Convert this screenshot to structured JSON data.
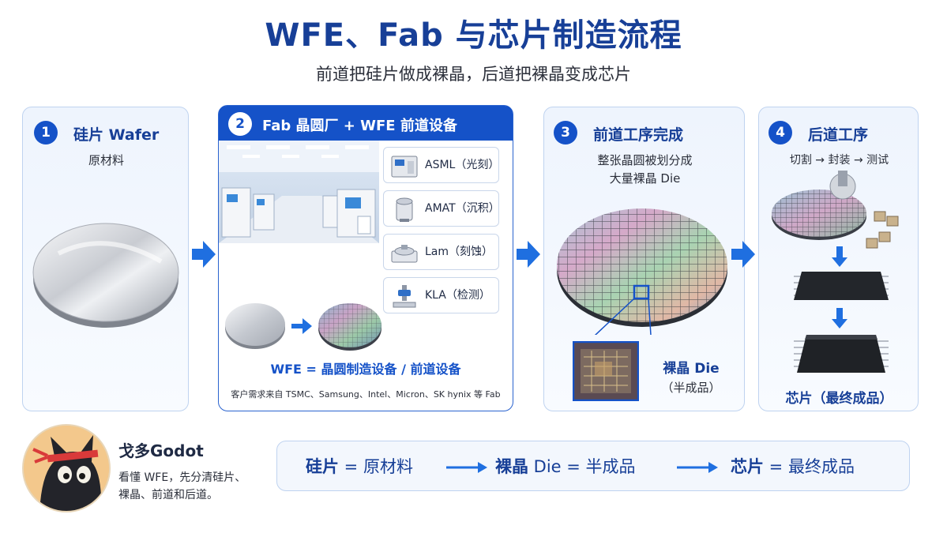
{
  "title": "WFE、Fab 与芯片制造流程",
  "subtitle": "前道把硅片做成裸晶，后道把裸晶变成芯片",
  "steps": [
    {
      "num": "1",
      "title": "硅片 Wafer",
      "desc": "原材料"
    },
    {
      "num": "2",
      "title": "Fab 晶圆厂 + WFE 前道设备",
      "equipment": [
        "ASML（光刻）",
        "AMAT（沉积）",
        "Lam（刻蚀）",
        "KLA（检测）"
      ],
      "caption": "WFE = 晶圆制造设备 / 前道设备",
      "customers": "客户需求来自 TSMC、Samsung、Intel、Micron、SK hynix 等 Fab"
    },
    {
      "num": "3",
      "title": "前道工序完成",
      "desc_line1": "整张晶圆被划分成",
      "desc_line2": "大量裸晶 Die",
      "die_label": "裸晶 Die",
      "die_sub": "（半成品）"
    },
    {
      "num": "4",
      "title": "后道工序",
      "desc": "切割 → 封装 → 测试",
      "final": "芯片（最终成品）"
    }
  ],
  "author": {
    "name": "戈多Godot",
    "line1": "看懂 WFE，先分清硅片、",
    "line2": "裸晶、前道和后道。"
  },
  "summary": [
    {
      "key": "硅片",
      "rest": " = 原材料"
    },
    {
      "key": "裸晶",
      "rest": " Die = 半成品"
    },
    {
      "key": "芯片",
      "rest": " = 最终成品"
    }
  ],
  "colors": {
    "accent": "#1552c8",
    "title": "#173f97",
    "arrow": "#1f6fe0"
  }
}
